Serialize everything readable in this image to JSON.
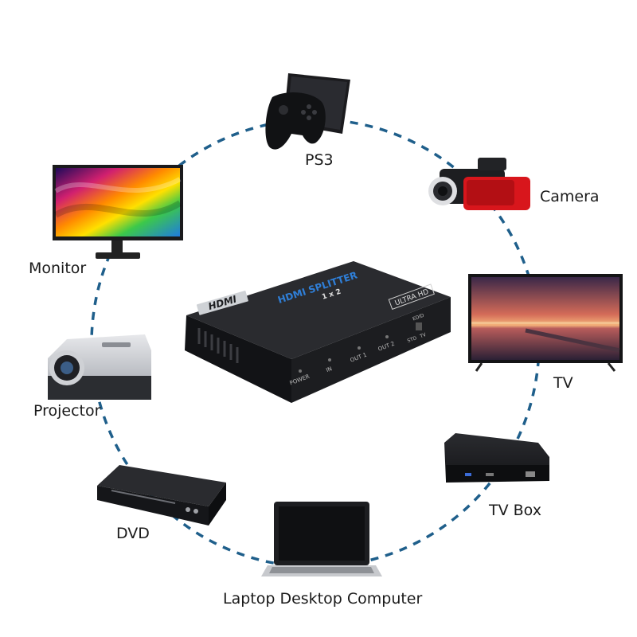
{
  "devices": {
    "ps3": "PS3",
    "camera": "Camera",
    "monitor": "Monitor",
    "tv": "TV",
    "projector": "Projector",
    "dvd": "DVD",
    "tvbox": "TV Box",
    "laptop": "Laptop Desktop Computer"
  },
  "splitter": {
    "brand": "HDMI",
    "title": "HDMI SPLITTER",
    "ratio": "1 x 2",
    "badge": "ULTRA HD",
    "ports": {
      "power": "POWER",
      "in": "IN",
      "out1": "OUT 1",
      "out2": "OUT 2",
      "edid": "EDID",
      "std": "STD",
      "tv": "TV"
    }
  },
  "colors": {
    "dashed_ring": "#1f5f8b",
    "splitter_body": "#1c1d20",
    "splitter_title": "#2f7fd8",
    "camera_red": "#d8161c"
  }
}
